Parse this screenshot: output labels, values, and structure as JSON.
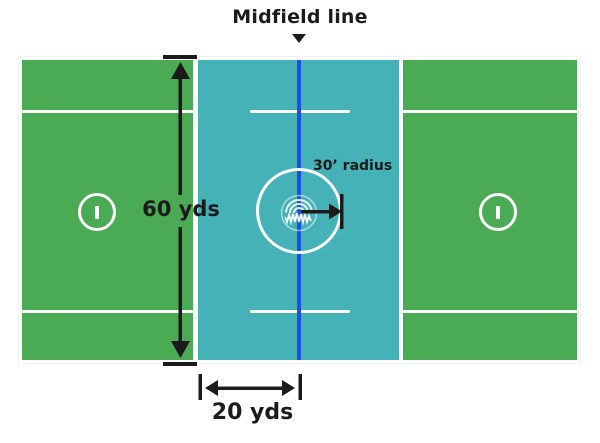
{
  "diagram": {
    "midfield_label": "Midfield line",
    "radius_label": "30’ radius",
    "field_length_label": "60 yds",
    "midfield_width_label": "20 yds"
  },
  "colors": {
    "background": "#ffffff",
    "field_green": "#4aab54",
    "midfield_teal": "#45b2b8",
    "midfield_line_blue": "#1d4fe0",
    "field_line_white": "#ffffff",
    "annotation_black": "#1b1b1b"
  }
}
